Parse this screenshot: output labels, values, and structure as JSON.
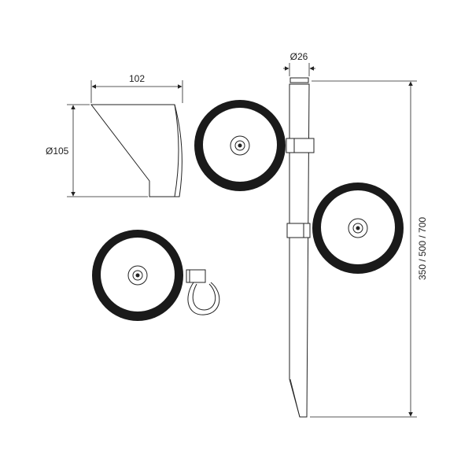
{
  "labels": {
    "width_dim": "102",
    "diameter_dim": "Ø105",
    "stake_diameter_dim": "Ø26",
    "height_dim": "350 / 500 / 700"
  },
  "colors": {
    "ink": "#222222",
    "lamp_ring": "#1a1a1a",
    "background": "#ffffff"
  }
}
